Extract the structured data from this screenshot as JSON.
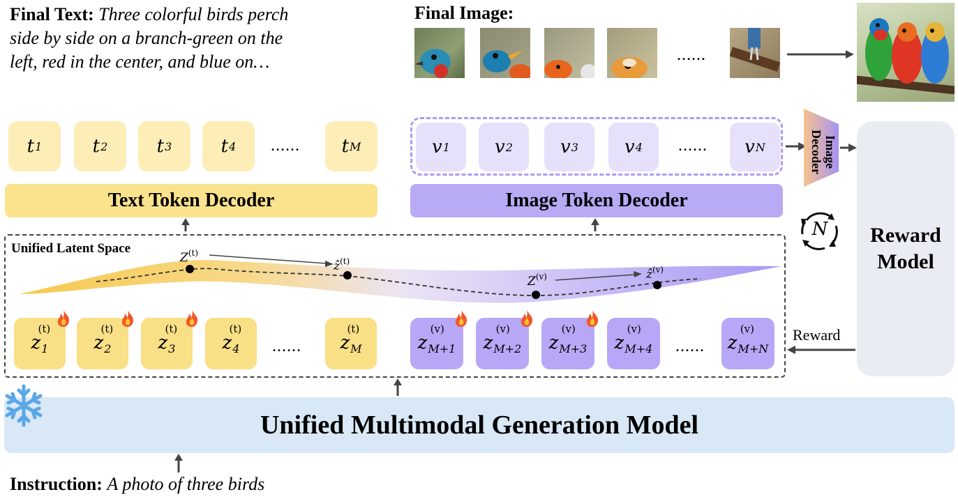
{
  "final_text": {
    "label": "Final Text:",
    "line1": "Three colorful birds perch",
    "line2": "side by side on a branch-green on the",
    "line3": "left, red in the center, and blue on…"
  },
  "final_image": {
    "label": "Final Image:",
    "ellipsis": "......"
  },
  "text_tokens": {
    "items": [
      {
        "base": "t",
        "sub": "1"
      },
      {
        "base": "t",
        "sub": "2"
      },
      {
        "base": "t",
        "sub": "3"
      },
      {
        "base": "t",
        "sub": "4"
      },
      {
        "base": "t",
        "sub": "M"
      }
    ],
    "ellipsis": "......"
  },
  "image_tokens": {
    "items": [
      {
        "base": "v",
        "sub": "1"
      },
      {
        "base": "v",
        "sub": "2"
      },
      {
        "base": "v",
        "sub": "3"
      },
      {
        "base": "v",
        "sub": "4"
      },
      {
        "base": "v",
        "sub": "N"
      }
    ],
    "ellipsis": "......"
  },
  "image_decoder_label": "Image Decoder",
  "text_token_decoder": "Text Token Decoder",
  "image_token_decoder": "Image Token Decoder",
  "reward_model": {
    "line1": "Reward",
    "line2": "Model"
  },
  "loop_label": "N",
  "latent": {
    "title": "Unified Latent Space",
    "zt": "Z",
    "zt_sup": "(t)",
    "zt_hat": "ẑ",
    "zt_hat_sup": "(t)",
    "zv": "Z",
    "zv_sup": "(v)",
    "zv_hat": "ẑ",
    "zv_hat_sup": "(v)"
  },
  "latent_tokens_text": {
    "items": [
      {
        "base": "z",
        "sub": "1",
        "sup": "(t)"
      },
      {
        "base": "z",
        "sub": "2",
        "sup": "(t)"
      },
      {
        "base": "z",
        "sub": "3",
        "sup": "(t)"
      },
      {
        "base": "z",
        "sub": "4",
        "sup": "(t)"
      },
      {
        "base": "z",
        "sub": "M",
        "sup": "(t)"
      }
    ],
    "ellipsis": "......"
  },
  "latent_tokens_image": {
    "items": [
      {
        "base": "z",
        "sub": "M+1",
        "sup": "(v)"
      },
      {
        "base": "z",
        "sub": "M+2",
        "sup": "(v)"
      },
      {
        "base": "z",
        "sub": "M+3",
        "sup": "(v)"
      },
      {
        "base": "z",
        "sub": "M+4",
        "sup": "(v)"
      },
      {
        "base": "z",
        "sub": "M+N",
        "sup": "(v)"
      }
    ],
    "ellipsis": "......"
  },
  "reward_arrow_label": "Reward",
  "generation_model": "Unified Multimodal Generation Model",
  "instruction": {
    "label": "Instruction:",
    "text": "A photo of three birds"
  },
  "icons": [
    "fire-icon",
    "snowflake-icon",
    "loop-icon",
    "arrow-icon"
  ],
  "colors": {
    "text_token": "#fdeeb8",
    "image_token": "#e6e0fb",
    "text_decoder": "#fbe38e",
    "image_decoder": "#b9aaf5",
    "reward_model": "#e9edf3",
    "generation_model": "#d9e8f6"
  }
}
